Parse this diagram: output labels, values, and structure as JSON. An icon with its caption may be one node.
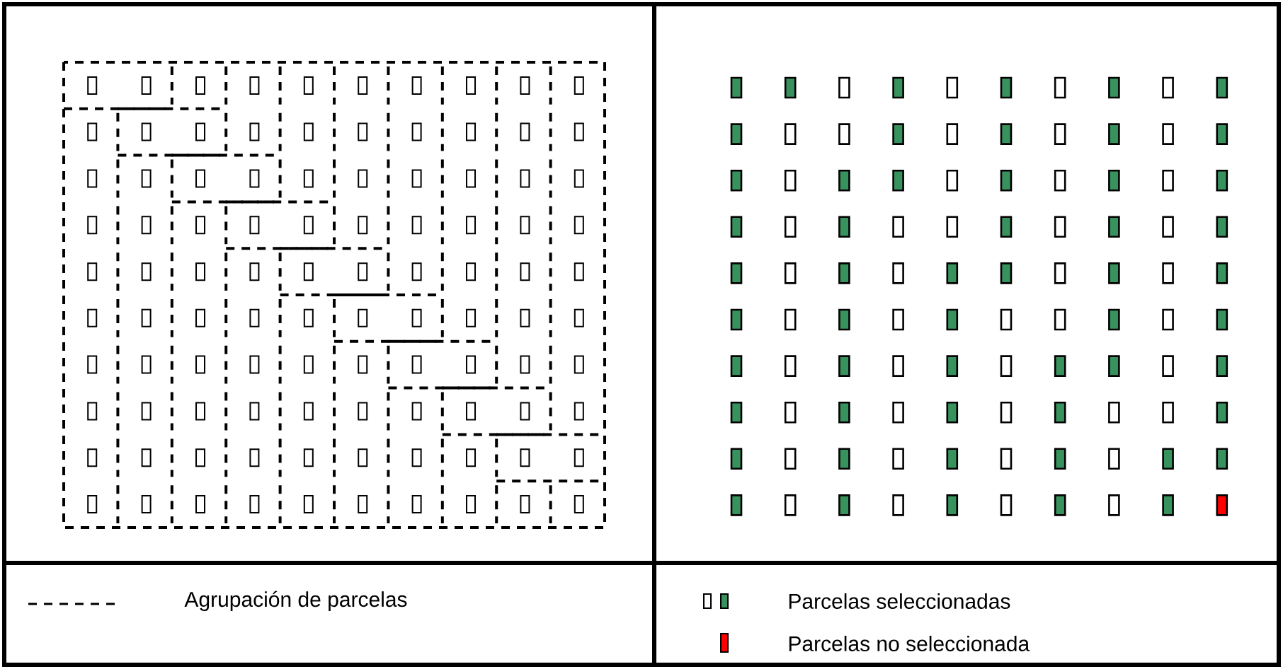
{
  "diagram": {
    "legend": [
      {
        "text": "Agrupación de parcelas"
      },
      {
        "text": "Parcelas seleccionadas"
      },
      {
        "text": "Parcelas no seleccionada",
        "color": "#ff0000"
      }
    ]
  }
}
